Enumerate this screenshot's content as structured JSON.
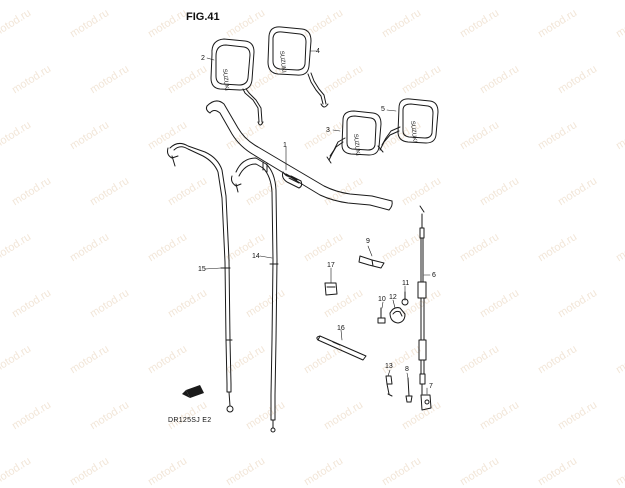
{
  "figure": {
    "title": "FIG.41",
    "model_code": "DR125SJ E2"
  },
  "mirror_brand": "SUZUKI",
  "callouts": [
    {
      "id": "1",
      "part": "handlebar"
    },
    {
      "id": "2",
      "part": "mirror-left-upper"
    },
    {
      "id": "3",
      "part": "mirror-left-lower"
    },
    {
      "id": "4",
      "part": "mirror-right-upper"
    },
    {
      "id": "5",
      "part": "mirror-right-lower"
    },
    {
      "id": "6",
      "part": "clutch-cable"
    },
    {
      "id": "7",
      "part": "cable-end-clamp"
    },
    {
      "id": "8",
      "part": "small-pin"
    },
    {
      "id": "9",
      "part": "bracket-9"
    },
    {
      "id": "10",
      "part": "bolt-10"
    },
    {
      "id": "11",
      "part": "bolt-11"
    },
    {
      "id": "12",
      "part": "clamp-12"
    },
    {
      "id": "13",
      "part": "fitting-13"
    },
    {
      "id": "14",
      "part": "throttle-cable-14"
    },
    {
      "id": "15",
      "part": "throttle-cable-15"
    },
    {
      "id": "16",
      "part": "cable-tie"
    },
    {
      "id": "17",
      "part": "clip-17"
    }
  ],
  "watermark": "motod.ru",
  "colors": {
    "line": "#1a1a1a",
    "background": "#ffffff",
    "watermark": "#f2e6d8"
  }
}
